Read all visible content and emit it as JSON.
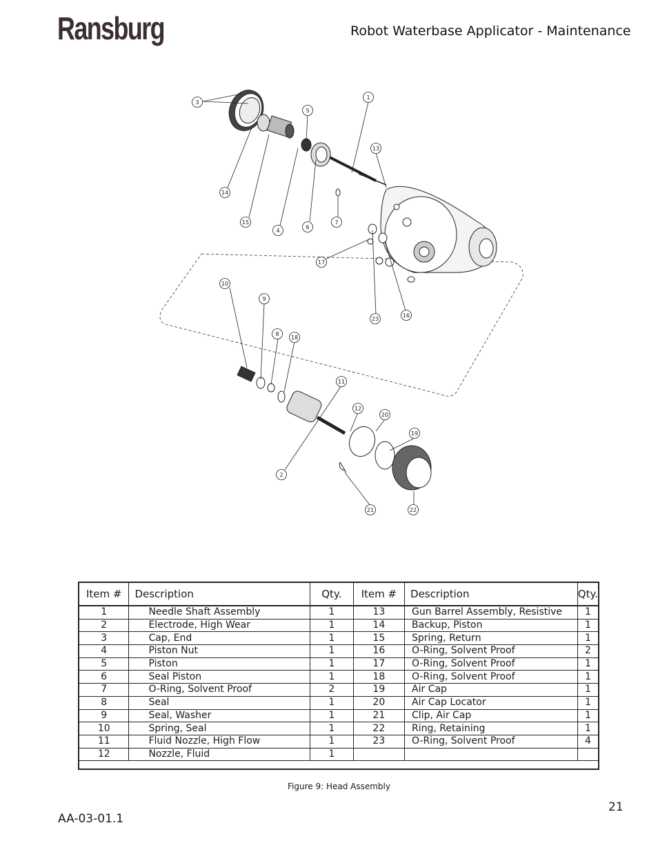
{
  "header": {
    "brand": "Ransburg",
    "title": "Robot Waterbase Applicator - Maintenance"
  },
  "diagram": {
    "callouts": [
      "1",
      "2",
      "3",
      "4",
      "5",
      "6",
      "7",
      "8",
      "9",
      "10",
      "11",
      "12",
      "13",
      "14",
      "15",
      "16",
      "17",
      "18",
      "19",
      "20",
      "21",
      "22",
      "23"
    ]
  },
  "table": {
    "headers": {
      "item": "Item #",
      "description": "Description",
      "qty": "Qty."
    },
    "rows": [
      {
        "l_item": "1",
        "l_desc": "Needle Shaft Assembly",
        "l_qty": "1",
        "r_item": "13",
        "r_desc": "Gun Barrel Assembly, Resistive",
        "r_qty": "1"
      },
      {
        "l_item": "2",
        "l_desc": "Electrode, High Wear",
        "l_qty": "1",
        "r_item": "14",
        "r_desc": "Backup, Piston",
        "r_qty": "1"
      },
      {
        "l_item": "3",
        "l_desc": "Cap, End",
        "l_qty": "1",
        "r_item": "15",
        "r_desc": "Spring, Return",
        "r_qty": "1"
      },
      {
        "l_item": "4",
        "l_desc": "Piston Nut",
        "l_qty": "1",
        "r_item": "16",
        "r_desc": "O-Ring, Solvent Proof",
        "r_qty": "2"
      },
      {
        "l_item": "5",
        "l_desc": "Piston",
        "l_qty": "1",
        "r_item": "17",
        "r_desc": "O-Ring, Solvent Proof",
        "r_qty": "1"
      },
      {
        "l_item": "6",
        "l_desc": "Seal Piston",
        "l_qty": "1",
        "r_item": "18",
        "r_desc": "O-Ring, Solvent Proof",
        "r_qty": "1"
      },
      {
        "l_item": "7",
        "l_desc": "O-Ring, Solvent Proof",
        "l_qty": "2",
        "r_item": "19",
        "r_desc": "Air Cap",
        "r_qty": "1"
      },
      {
        "l_item": "8",
        "l_desc": "Seal",
        "l_qty": "1",
        "r_item": "20",
        "r_desc": "Air Cap Locator",
        "r_qty": "1"
      },
      {
        "l_item": "9",
        "l_desc": "Seal, Washer",
        "l_qty": "1",
        "r_item": "21",
        "r_desc": "Clip, Air Cap",
        "r_qty": "1"
      },
      {
        "l_item": "10",
        "l_desc": "Spring, Seal",
        "l_qty": "1",
        "r_item": "22",
        "r_desc": "Ring, Retaining",
        "r_qty": "1"
      },
      {
        "l_item": "11",
        "l_desc": "Fluid Nozzle, High Flow",
        "l_qty": "1",
        "r_item": "23",
        "r_desc": "O-Ring, Solvent  Proof",
        "r_qty": "4"
      },
      {
        "l_item": "12",
        "l_desc": "Nozzle, Fluid",
        "l_qty": "1",
        "r_item": "",
        "r_desc": "",
        "r_qty": ""
      }
    ]
  },
  "caption": "Figure 9:  Head Assembly",
  "footer": {
    "page_number": "21",
    "doc_code": "AA-03-01.1"
  }
}
